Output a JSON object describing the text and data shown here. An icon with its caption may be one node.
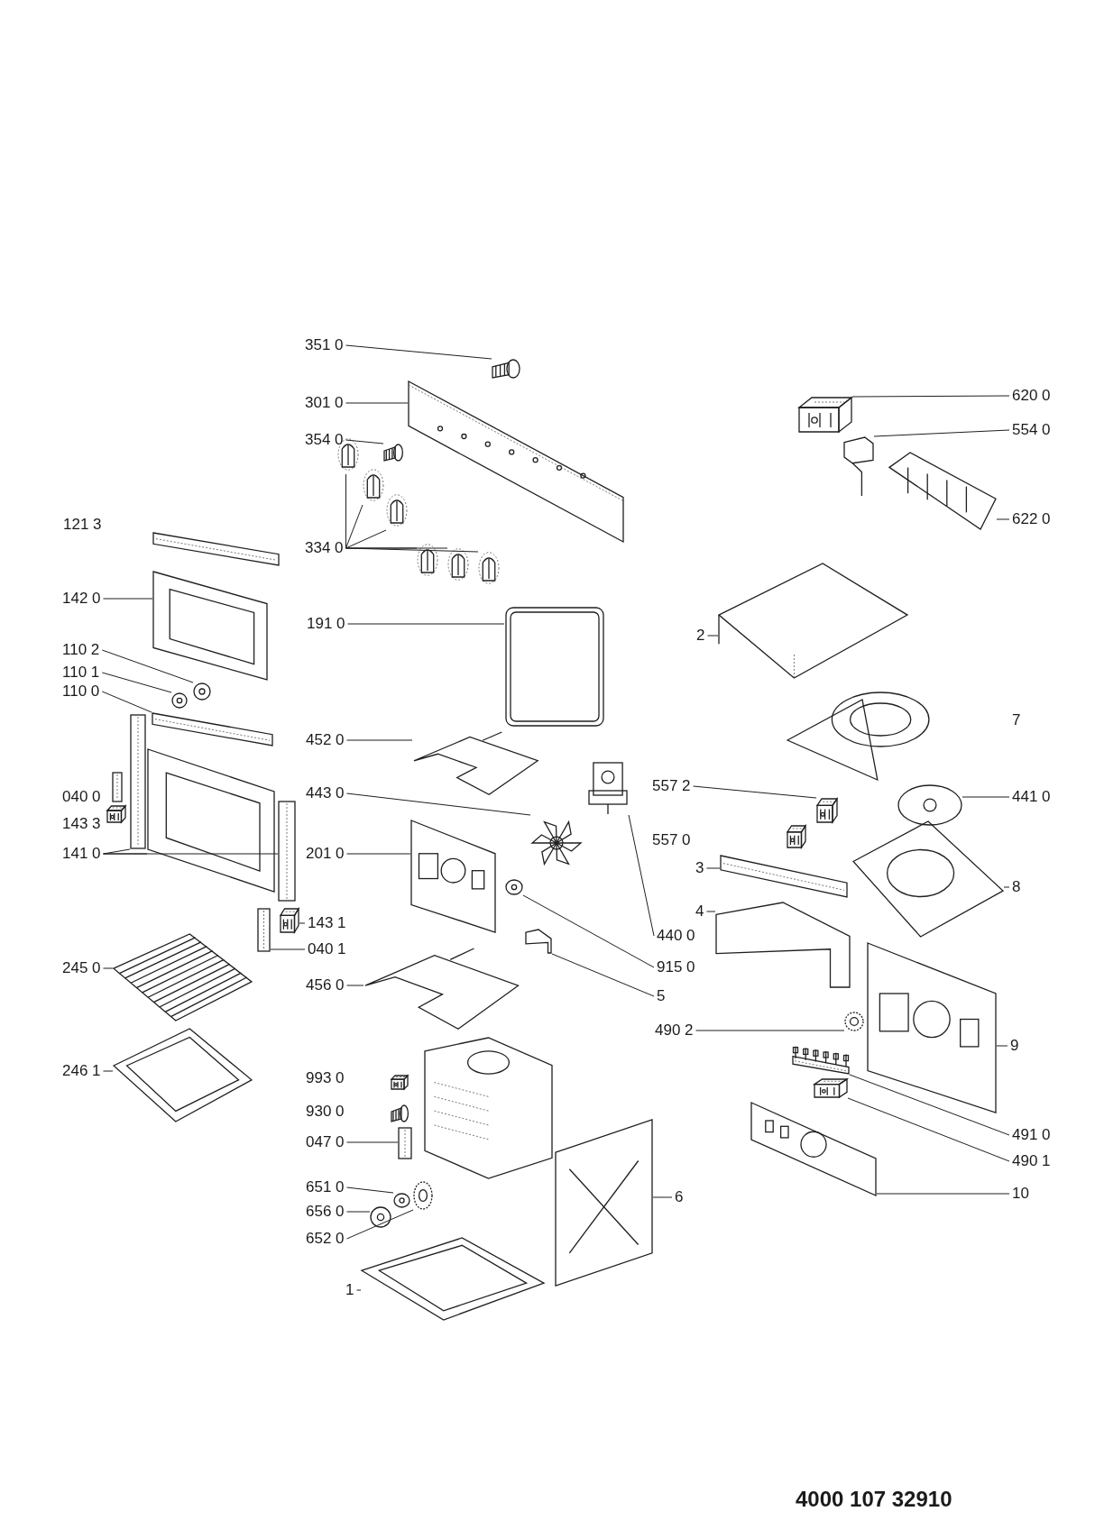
{
  "diagram": {
    "nodes": [
      {
        "text": [
          "351 0"
        ]
      },
      {
        "text": [
          "301 0"
        ]
      },
      {
        "text": [
          "354 0"
        ]
      },
      {
        "text": [
          "334 0"
        ]
      },
      {
        "text": [
          "142 0"
        ]
      },
      {
        "text": [
          "110 2"
        ]
      },
      {
        "text": [
          "110 1"
        ]
      },
      {
        "text": [
          "110 0"
        ]
      },
      {
        "text": [
          "141 0"
        ]
      },
      {
        "text": [
          "191 0"
        ]
      },
      {
        "text": [
          "620 0"
        ]
      },
      {
        "text": [
          "554 0"
        ]
      },
      {
        "text": [
          "622 0"
        ]
      },
      {
        "text": [
          "2"
        ]
      },
      {
        "text": [
          "452 0"
        ]
      },
      {
        "text": [
          "443 0"
        ]
      },
      {
        "text": [
          "557 2"
        ]
      },
      {
        "text": [
          "441 0"
        ]
      },
      {
        "text": [
          "201 0"
        ]
      },
      {
        "text": [
          "3"
        ]
      },
      {
        "text": [
          "8"
        ]
      },
      {
        "text": [
          "4"
        ]
      },
      {
        "text": [
          "143 1"
        ]
      },
      {
        "text": [
          "440 0"
        ]
      },
      {
        "text": [
          "040 1"
        ]
      },
      {
        "text": [
          "245 0"
        ]
      },
      {
        "text": [
          "915 0"
        ]
      },
      {
        "text": [
          "456 0"
        ]
      },
      {
        "text": [
          "5"
        ]
      },
      {
        "text": [
          "490 2"
        ]
      },
      {
        "text": [
          "9"
        ]
      },
      {
        "text": [
          "246 1"
        ]
      },
      {
        "text": [
          "047 0"
        ]
      },
      {
        "text": [
          "491 0"
        ]
      },
      {
        "text": [
          "490 1"
        ]
      },
      {
        "text": [
          "651 0"
        ]
      },
      {
        "text": [
          "10"
        ]
      },
      {
        "text": [
          "6"
        ]
      },
      {
        "text": [
          "656 0"
        ]
      },
      {
        "text": [
          "652 0"
        ]
      },
      {
        "text": [
          "1"
        ]
      },
      {
        "text": [],
        "shape": "picture"
      },
      {
        "text": [],
        "shape": "picture"
      },
      {
        "text": [],
        "shape": "picture"
      },
      {
        "text": [],
        "shape": "picture"
      },
      {
        "text": [],
        "shape": "picture"
      },
      {
        "text": [],
        "shape": "picture"
      },
      {
        "text": [],
        "shape": "picture"
      },
      {
        "text": [],
        "shape": "picture"
      },
      {
        "text": [],
        "shape": "picture"
      },
      {
        "text": [],
        "shape": "picture"
      },
      {
        "text": [],
        "shape": "picture"
      },
      {
        "text": [],
        "shape": "picture"
      },
      {
        "text": [],
        "shape": "picture"
      },
      {
        "text": [],
        "shape": "picture"
      },
      {
        "text": [],
        "shape": "picture"
      },
      {
        "text": [],
        "shape": "picture"
      },
      {
        "text": [],
        "shape": "picture"
      },
      {
        "text": [],
        "shape": "picture"
      },
      {
        "text": [],
        "shape": "picture"
      },
      {
        "text": [],
        "shape": "picture"
      },
      {
        "text": [],
        "shape": "picture"
      },
      {
        "text": [],
        "shape": "picture"
      },
      {
        "text": [],
        "shape": "picture"
      },
      {
        "text": [],
        "shape": "picture"
      },
      {
        "text": [],
        "shape": "picture"
      },
      {
        "text": [],
        "shape": "picture"
      },
      {
        "text": [],
        "shape": "picture"
      },
      {
        "text": [],
        "shape": "picture"
      },
      {
        "text": [],
        "shape": "picture"
      },
      {
        "text": [],
        "shape": "picture"
      },
      {
        "text": [],
        "shape": "picture"
      },
      {
        "text": [],
        "shape": "picture"
      },
      {
        "text": [],
        "shape": "picture"
      },
      {
        "text": [],
        "shape": "picture"
      },
      {
        "text": [],
        "shape": "picture"
      },
      {
        "text": [],
        "shape": "picture"
      },
      {
        "text": [],
        "shape": "picture"
      },
      {
        "text": [],
        "shape": "picture"
      },
      {
        "text": [],
        "shape": "picture"
      },
      {
        "text": [],
        "shape": "picture"
      },
      {
        "text": [],
        "shape": "picture"
      },
      {
        "text": [],
        "shape": "picture"
      },
      {
        "text": [],
        "shape": "picture"
      },
      {
        "text": [],
        "shape": "picture"
      },
      {
        "text": [],
        "shape": "picture"
      },
      {
        "text": [],
        "shape": "picture"
      },
      {
        "text": [],
        "shape": "picture"
      },
      {
        "text": [],
        "shape": "picture"
      }
    ],
    "edges": [
      {
        "from": 0,
        "to": 41,
        "arrow": "none"
      },
      {
        "from": 1,
        "to": 42,
        "arrow": "none"
      },
      {
        "from": 2,
        "to": 43,
        "arrow": "none"
      },
      {
        "from": 3,
        "to": 44,
        "arrow": "none"
      },
      {
        "from": 3,
        "to": 45,
        "arrow": "none"
      },
      {
        "from": 3,
        "to": 46,
        "arrow": "none"
      },
      {
        "from": 3,
        "to": 47,
        "arrow": "none"
      },
      {
        "from": 3,
        "to": 48,
        "arrow": "none"
      },
      {
        "from": 3,
        "to": 49,
        "arrow": "none"
      },
      {
        "from": 4,
        "to": 50,
        "arrow": "none"
      },
      {
        "from": 5,
        "to": 51,
        "arrow": "none"
      },
      {
        "from": 6,
        "to": 52,
        "arrow": "none"
      },
      {
        "from": 7,
        "to": 53,
        "arrow": "none"
      },
      {
        "from": 8,
        "to": 54,
        "arrow": "none"
      },
      {
        "from": 8,
        "to": 55,
        "arrow": "none"
      },
      {
        "from": 8,
        "to": 56,
        "arrow": "none"
      },
      {
        "from": 9,
        "to": 57,
        "arrow": "none"
      },
      {
        "from": 10,
        "to": 58,
        "arrow": "none"
      },
      {
        "from": 11,
        "to": 59,
        "arrow": "none"
      },
      {
        "from": 12,
        "to": 60,
        "arrow": "none"
      },
      {
        "from": 13,
        "to": 61,
        "arrow": "none"
      },
      {
        "from": 14,
        "to": 62,
        "arrow": "none"
      },
      {
        "from": 15,
        "to": 63,
        "arrow": "none"
      },
      {
        "from": 16,
        "to": 64,
        "arrow": "none"
      },
      {
        "from": 17,
        "to": 65,
        "arrow": "none"
      },
      {
        "from": 18,
        "to": 66,
        "arrow": "none"
      },
      {
        "from": 19,
        "to": 67,
        "arrow": "none"
      },
      {
        "from": 20,
        "to": 68,
        "arrow": "none"
      },
      {
        "from": 21,
        "to": 69,
        "arrow": "none"
      },
      {
        "from": 22,
        "to": 70,
        "arrow": "none"
      },
      {
        "from": 23,
        "to": 71,
        "arrow": "none"
      },
      {
        "from": 24,
        "to": 72,
        "arrow": "none"
      },
      {
        "from": 25,
        "to": 73,
        "arrow": "none"
      },
      {
        "from": 26,
        "to": 74,
        "arrow": "none"
      },
      {
        "from": 27,
        "to": 75,
        "arrow": "none"
      },
      {
        "from": 28,
        "to": 76,
        "arrow": "none"
      },
      {
        "from": 29,
        "to": 77,
        "arrow": "none"
      },
      {
        "from": 30,
        "to": 78,
        "arrow": "none"
      },
      {
        "from": 31,
        "to": 79,
        "arrow": "none"
      },
      {
        "from": 32,
        "to": 80,
        "arrow": "none"
      },
      {
        "from": 33,
        "to": 81,
        "arrow": "none"
      },
      {
        "from": 34,
        "to": 82,
        "arrow": "none"
      },
      {
        "from": 35,
        "to": 83,
        "arrow": "none"
      },
      {
        "from": 36,
        "to": 84,
        "arrow": "none"
      },
      {
        "from": 37,
        "to": 85,
        "arrow": "none"
      },
      {
        "from": 38,
        "to": 86,
        "arrow": "none"
      },
      {
        "from": 39,
        "to": 87,
        "arrow": "none"
      },
      {
        "from": 40,
        "to": 88,
        "arrow": "none"
      }
    ],
    "labels": [
      "121 3",
      "7",
      "040 0",
      "143 3",
      "557 0",
      "993 0",
      "930 0",
      "4000 107 32910"
    ]
  }
}
